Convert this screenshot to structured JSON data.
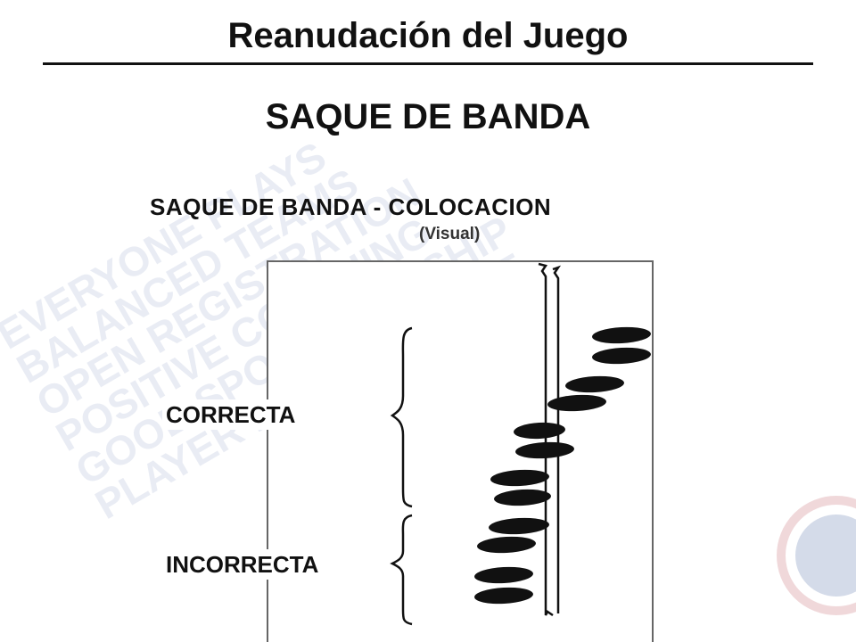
{
  "slide": {
    "title": "Reanudación del Juego",
    "subtitle": "SAQUE DE BANDA"
  },
  "diagram": {
    "title": "SAQUE DE BANDA - COLOCACION",
    "view_label": "(Visual)",
    "labels": {
      "correct": "CORRECTA",
      "incorrect": "INCORRECTA"
    }
  },
  "watermark": {
    "lines": [
      "EVERYONE PLAYS",
      "BALANCED TEAMS",
      "OPEN REGISTRATION",
      "POSITIVE COACHING",
      "GOOD SPORTSMANSHIP",
      "PLAYER DEVELOPMENT"
    ]
  },
  "colors": {
    "ink": "#111111",
    "watermark": "#1a3e8a"
  }
}
